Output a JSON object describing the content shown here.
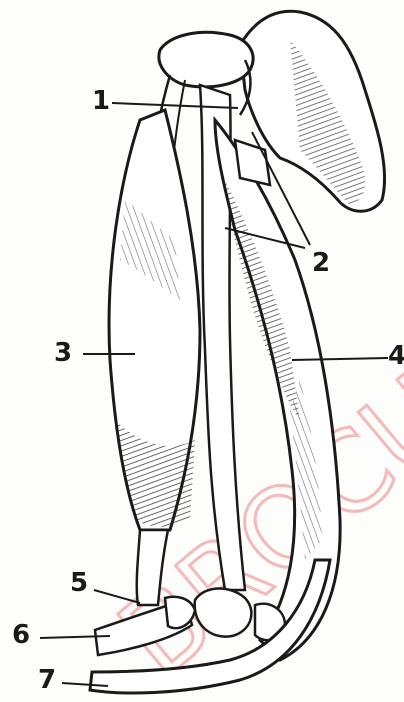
{
  "figure": {
    "labels": [
      {
        "id": "1",
        "text": "1"
      },
      {
        "id": "2",
        "text": "2"
      },
      {
        "id": "3",
        "text": "3"
      },
      {
        "id": "4",
        "text": "4"
      },
      {
        "id": "5",
        "text": "5"
      },
      {
        "id": "6",
        "text": "6"
      },
      {
        "id": "7",
        "text": "7"
      }
    ],
    "watermark": "BROCU",
    "colors": {
      "ink": "#1a1a1a",
      "watermark": "#f2a9a9",
      "paper": "#fdfdfb"
    }
  }
}
